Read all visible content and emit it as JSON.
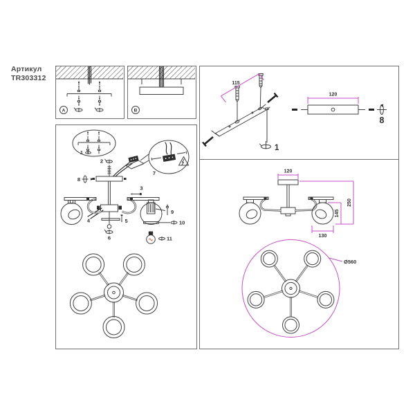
{
  "article": {
    "label": "Артикул",
    "code": "TR303312"
  },
  "panels": {
    "a": "A",
    "b": "B"
  },
  "steps": {
    "s1": "1",
    "s2": "2",
    "s3": "3",
    "s4": "4",
    "s5": "5",
    "s6": "6",
    "s7": "7",
    "s8": "8",
    "s9": "9",
    "s10": "10",
    "s11": "11"
  },
  "mounting_detail": {
    "bracket_length": "115",
    "bracket_width": "120",
    "anchor_step": "1",
    "rotate_step": "8"
  },
  "product_dimensions": {
    "canopy_width": "120",
    "overall_height": "250",
    "shade_height": "145",
    "shade_width": "130",
    "diameter": "Ø560"
  },
  "colors": {
    "line": "#3f3f3f",
    "wire": "#1c1c1c",
    "panel_border": "#6e6e6e",
    "dimension_magenta": "#c44fc4",
    "filament_red": "#cf4a2a",
    "text": "#4a4a4a"
  },
  "icons": {
    "anchor-twist-icon": "ellipse with pin (screw-in motion)",
    "rotate-icon": "vertical ellipse with axis (rotate part)",
    "screw-icon": "slotted screw",
    "wall-plug-icon": "ribbed expansion anchor",
    "bulb-icon": "incandescent bulb with red filament",
    "warning-electricity-icon": "triangle with lightning bolt",
    "ceiling-hatch": "diagonal hatched ceiling"
  }
}
